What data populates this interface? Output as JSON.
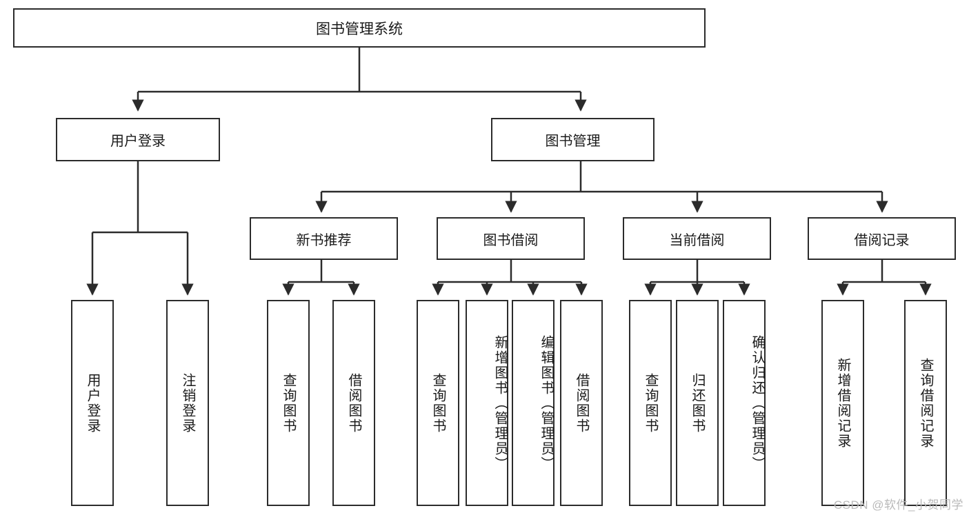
{
  "diagram": {
    "title": "图书管理系统",
    "type": "hierarchy-tree",
    "root": {
      "label": "图书管理系统"
    },
    "level2": [
      {
        "label": "用户登录"
      },
      {
        "label": "图书管理"
      }
    ],
    "level3": [
      {
        "label": "新书推荐"
      },
      {
        "label": "图书借阅"
      },
      {
        "label": "当前借阅"
      },
      {
        "label": "借阅记录"
      }
    ],
    "leaves": [
      {
        "label": "用户登录",
        "parent": "用户登录"
      },
      {
        "label": "注销登录",
        "parent": "用户登录"
      },
      {
        "label": "查询图书",
        "parent": "新书推荐"
      },
      {
        "label": "借阅图书",
        "parent": "新书推荐"
      },
      {
        "label": "查询图书",
        "parent": "图书借阅"
      },
      {
        "label": "新增图书（管理员）",
        "parent": "图书借阅"
      },
      {
        "label": "编辑图书（管理员）",
        "parent": "图书借阅"
      },
      {
        "label": "借阅图书",
        "parent": "图书借阅"
      },
      {
        "label": "查询图书",
        "parent": "当前借阅"
      },
      {
        "label": "归还图书",
        "parent": "当前借阅"
      },
      {
        "label": "确认归还（管理员）",
        "parent": "当前借阅"
      },
      {
        "label": "新增借阅记录",
        "parent": "借阅记录"
      },
      {
        "label": "查询借阅记录",
        "parent": "借阅记录"
      }
    ]
  },
  "watermark": {
    "text": "CSDN @软件_小贺同学"
  },
  "colors": {
    "border": "#2b2b2b",
    "background": "#ffffff",
    "text": "#1a1a1a",
    "watermark": "#b9b9b9"
  }
}
